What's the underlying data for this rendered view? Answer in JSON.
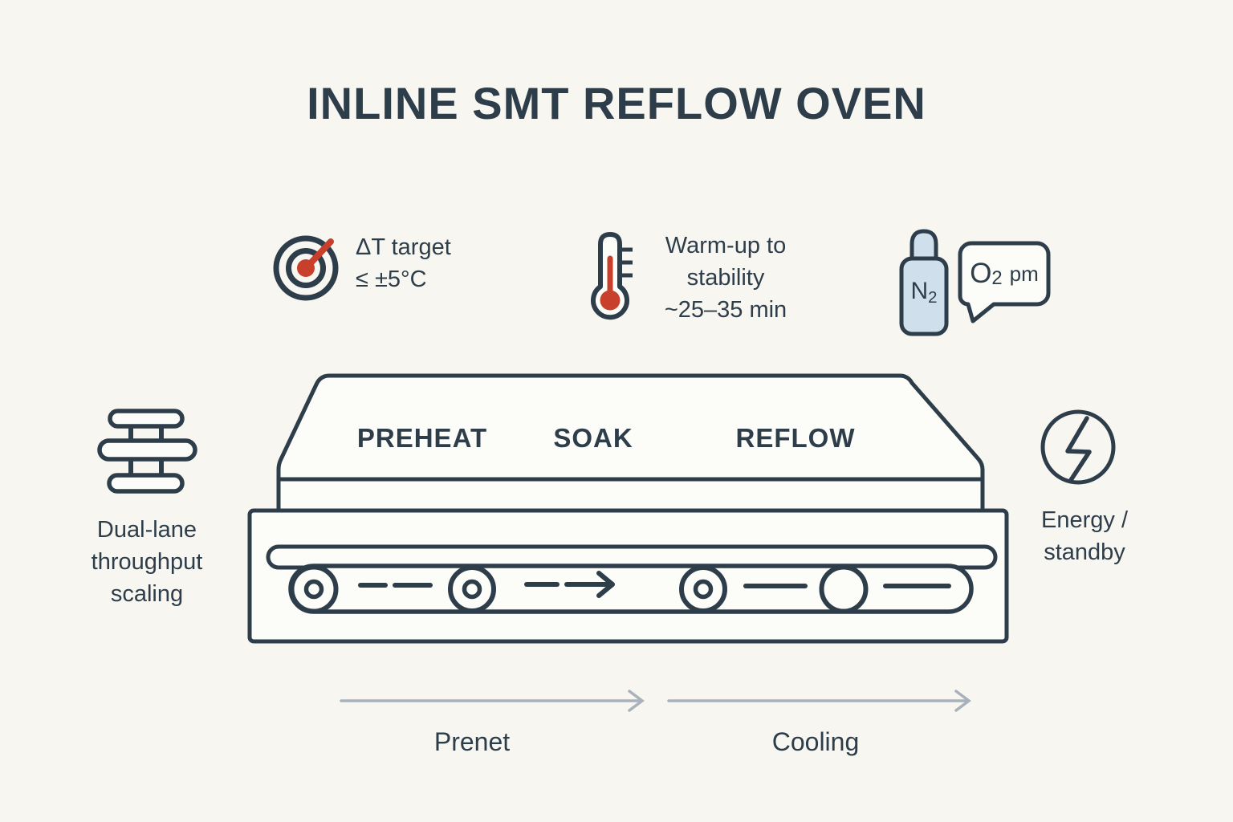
{
  "title": "INLINE SMT REFLOW OVEN",
  "features": {
    "delta_t": {
      "line1": "ΔT target",
      "line2": "≤ ±5°C"
    },
    "warmup": {
      "line1": "Warm-up to",
      "line2": "stability",
      "line3": "~25–35 min"
    },
    "nitrogen": {
      "label_main": "N",
      "label_sub": "2"
    },
    "oxygen_bubble": {
      "label_main": "O",
      "label_sub": "2",
      "label_suffix": "pm"
    }
  },
  "oven": {
    "zones": [
      {
        "label": "PREHEAT"
      },
      {
        "label": "SOAK"
      },
      {
        "label": "REFLOW"
      }
    ]
  },
  "left_callout": {
    "line1": "Dual-lane",
    "line2": "throughput",
    "line3": "scaling"
  },
  "right_callout": {
    "line1": "Energy /",
    "line2": "standby"
  },
  "flow": {
    "stage1": "Prenet",
    "stage2": "Cooling"
  },
  "colors": {
    "background": "#f7f6f1",
    "shape_fill": "#fcfcf9",
    "ink": "#2e3d4a",
    "accent_red": "#c8402c",
    "cylinder_blue": "#cfe0ec",
    "arrow_gray": "#a9b2ba"
  }
}
